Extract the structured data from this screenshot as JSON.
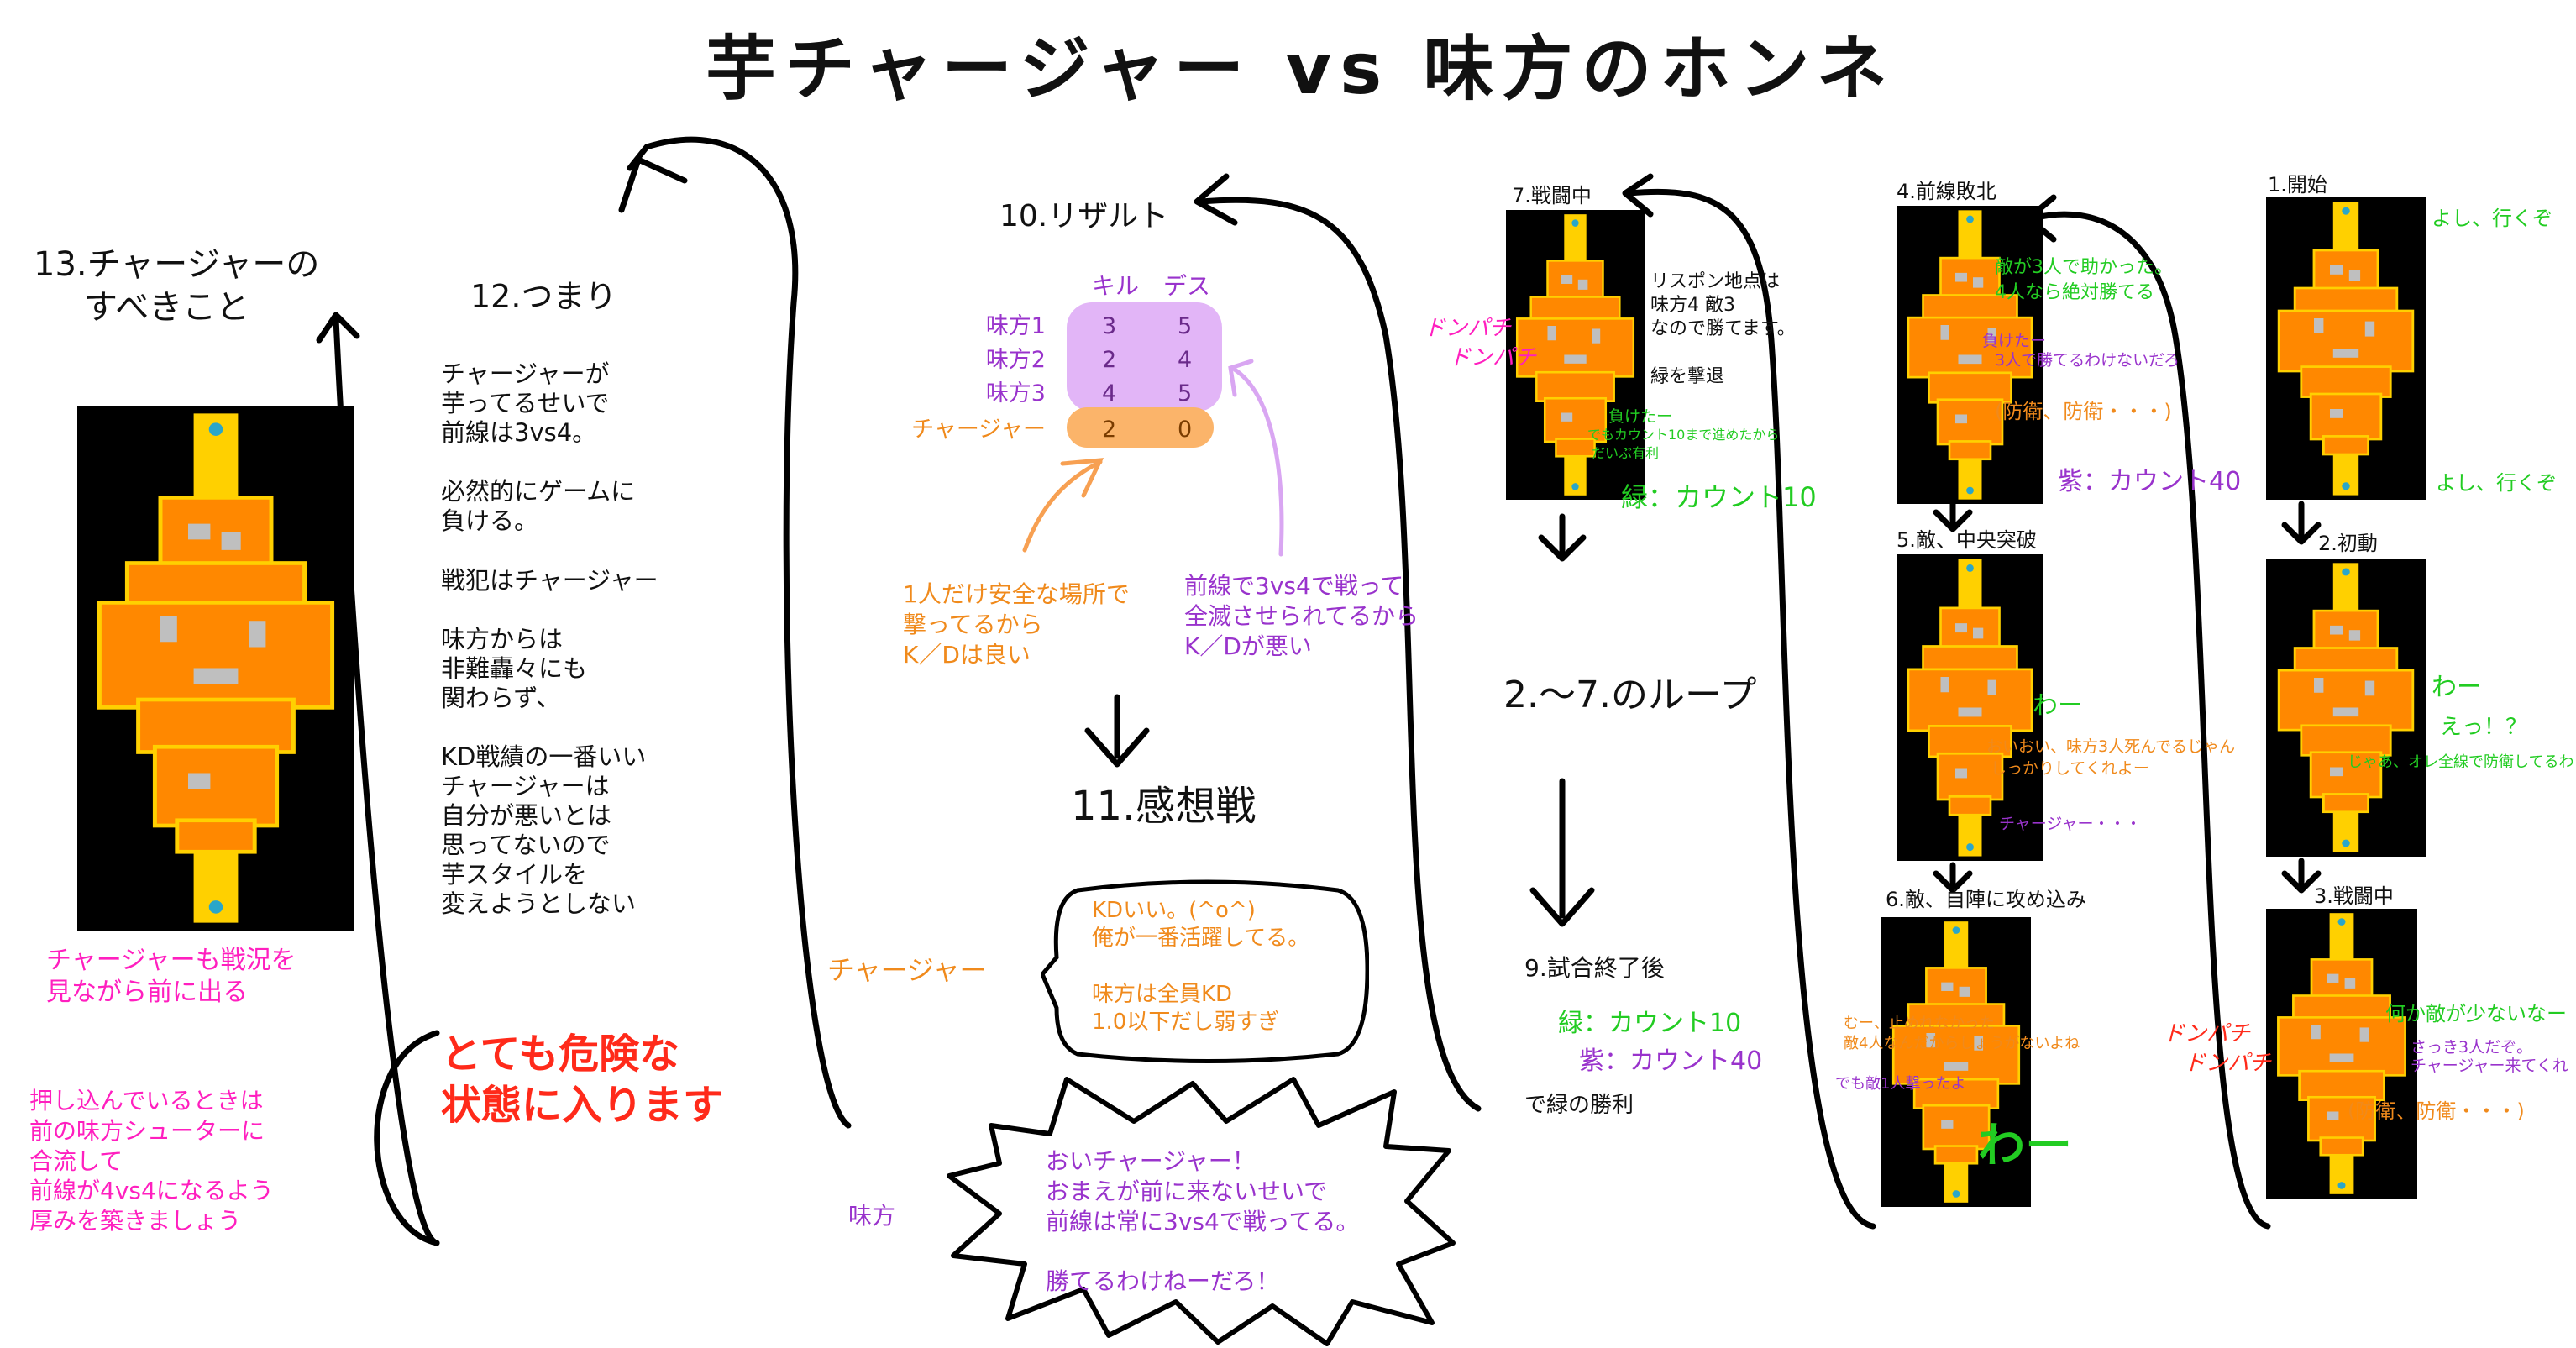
{
  "title": "芋チャージャー vs 味方のホンネ",
  "colors": {
    "green": "#22cc22",
    "purple": "#9933cc",
    "orange": "#f08a1c",
    "magenta": "#ff1fbf",
    "red": "#ff2a1a",
    "lilac": "#e2b5f7",
    "map_orange": "#ff8800",
    "map_yellow": "#ffd000"
  },
  "panels": {
    "p1": {
      "heading": "1.開始",
      "top_quote": "よし、行くぞ",
      "bottom_quote": "よし、行くぞ"
    },
    "p2": {
      "heading": "2.初動",
      "q1": "わー",
      "q2": "えっ！？",
      "q3": "じゃあ、オレ全線で防衛してるわ"
    },
    "p3": {
      "heading": "3.戦闘中",
      "sfx": [
        "ドンパチ",
        "ドンパチ"
      ],
      "q1": "何か敵が少ないなー",
      "q2": "さっき3人だぞ。",
      "q3": "チャージャー来てくれ",
      "q4": "(防衛、防衛・・・)"
    },
    "p4": {
      "heading": "4.前線敗北",
      "q1": "敵が3人で助かった。",
      "q2": "4人なら絶対勝てる",
      "q3": "負けたー",
      "q4": "3人で勝てるわけないだろ",
      "q5": "(防衛、防衛・・・)",
      "count": "紫：カウント40"
    },
    "p5": {
      "heading": "5.敵、中央突破",
      "q1": "わー",
      "q2": "おいおい、味方3人死んでるじゃん",
      "q3": "しっかりしてくれよー",
      "q4": "チャージャー・・・"
    },
    "p6": {
      "heading": "6.敵、自陣に攻め込み",
      "q1": "むー、止めれなかった",
      "q2": "敵4人なんだからしょうがないよね",
      "q3": "でも敵1人撃ったよ",
      "q4": "わー"
    },
    "p7": {
      "heading": "7.戦闘中",
      "sfx": [
        "ドンパチ",
        "ドンパチ"
      ],
      "note": [
        "リスポン地点は",
        "味方4 敵3",
        "なので勝てます。",
        "",
        "緑を撃退"
      ],
      "q1": "負けたー",
      "q2": "でもカウント10まで進めたから",
      "q3": "だいぶ有利",
      "count": "緑：カウント10"
    }
  },
  "loop_label": "2.～7.のループ",
  "p9": {
    "heading": "9.試合終了後",
    "line1": "緑：カウント10",
    "line2": "紫：カウント40",
    "line3": "で緑の勝利"
  },
  "p10": {
    "heading": "10.リザルト",
    "col_kill": "キル",
    "col_death": "デス",
    "rows": [
      {
        "name": "味方1",
        "kill": "3",
        "death": "5"
      },
      {
        "name": "味方2",
        "kill": "2",
        "death": "4"
      },
      {
        "name": "味方3",
        "kill": "4",
        "death": "5"
      },
      {
        "name": "チャージャー",
        "kill": "2",
        "death": "0"
      }
    ],
    "note_orange": [
      "1人だけ安全な場所で",
      "撃ってるから",
      "K／Dは良い"
    ],
    "note_purple": [
      "前線で3vs4で戦って",
      "全滅させられてるから",
      "K／Dが悪い"
    ]
  },
  "p11": {
    "heading": "11.感想戦",
    "charger_label": "チャージャー",
    "charger_bubble": [
      "KDいい。(^o^)",
      "俺が一番活躍してる。",
      "",
      "味方は全員KD",
      "1.0以下だし弱すぎ"
    ],
    "ally_label": "味方",
    "ally_bubble": [
      "おいチャージャー！",
      "おまえが前に来ないせいで",
      "前線は常に3vs4で戦ってる。",
      "",
      "勝てるわけねーだろ！"
    ]
  },
  "p12": {
    "heading": "12.つまり",
    "body": [
      "チャージャーが",
      "芋ってるせいで",
      "前線は3vs4。",
      "",
      "必然的にゲームに",
      "負ける。",
      "",
      "戦犯はチャージャー",
      "",
      "味方からは",
      "非難轟々にも",
      "関わらず、",
      "",
      "KD戦績の一番いい",
      "チャージャーは",
      "自分が悪いとは",
      "思ってないので",
      "芋スタイルを",
      "変えようとしない"
    ],
    "warning": [
      "とても危険な",
      "状態に入ります"
    ]
  },
  "p13": {
    "heading": [
      "13.チャージャーの",
      "すべきこと"
    ],
    "tip1": [
      "チャージャーも戦況を",
      "見ながら前に出る"
    ],
    "tip2": [
      "押し込んでいるときは",
      "前の味方シューターに",
      "合流して",
      "前線が4vs4になるよう",
      "厚みを築きましょう"
    ]
  }
}
